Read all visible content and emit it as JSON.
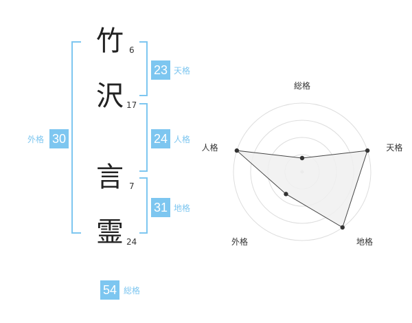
{
  "characters": [
    {
      "char": "竹",
      "strokes": "6"
    },
    {
      "char": "沢",
      "strokes": "17"
    },
    {
      "char": "言",
      "strokes": "7"
    },
    {
      "char": "霊",
      "strokes": "24"
    }
  ],
  "fortunes": {
    "tenkaku": {
      "value": "23",
      "label": "天格"
    },
    "jinkaku": {
      "value": "24",
      "label": "人格"
    },
    "chikaku": {
      "value": "31",
      "label": "地格"
    },
    "gaikaku": {
      "value": "30",
      "label": "外格"
    },
    "soukaku": {
      "value": "54",
      "label": "総格"
    }
  },
  "colors": {
    "accent": "#7dc6f0",
    "kanji": "#222222",
    "radar_fill": "#f0f0f0",
    "radar_line": "#444444",
    "grid": "#dddddd"
  },
  "chart_data": {
    "type": "radar",
    "axes": [
      "総格",
      "天格",
      "地格",
      "外格",
      "人格"
    ],
    "rings": 4,
    "range": [
      0,
      5
    ],
    "values": [
      1,
      5,
      5,
      2,
      5
    ]
  }
}
